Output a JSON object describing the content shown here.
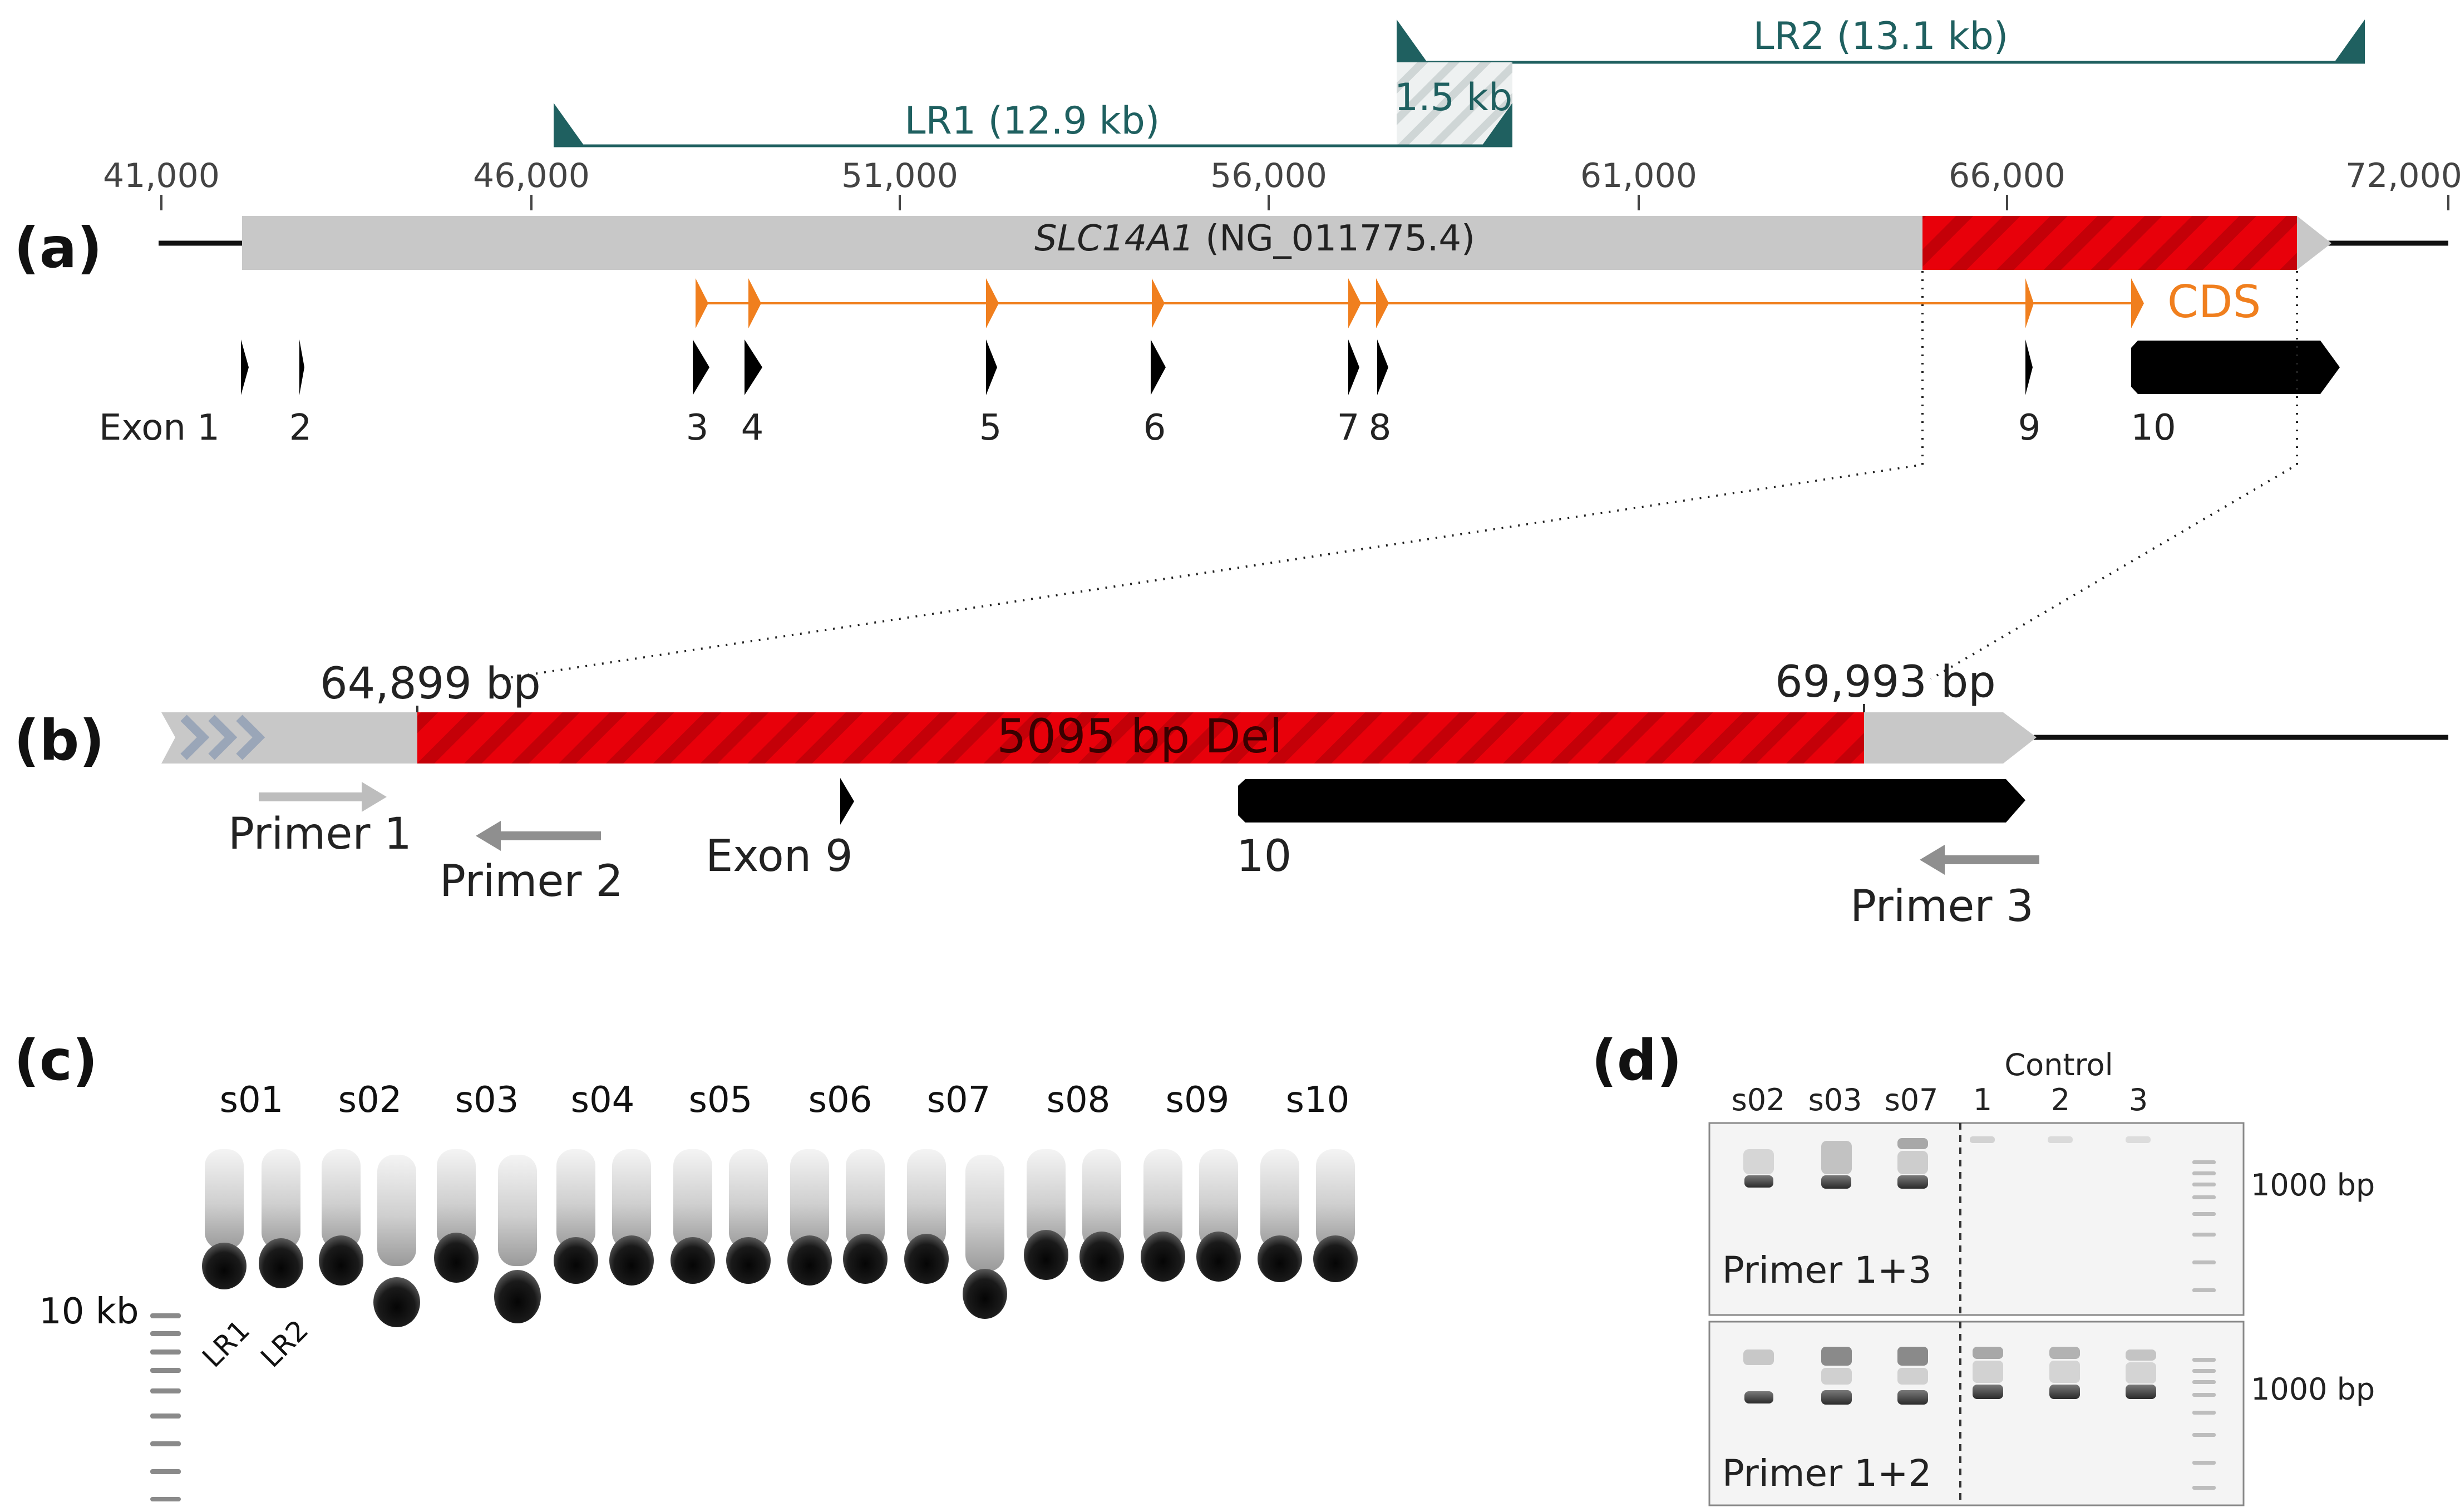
{
  "panels": {
    "a": "(a)",
    "b": "(b)",
    "c": "(c)",
    "d": "(d)"
  },
  "panel_a": {
    "axis_ticks": [
      "41,000",
      "46,000",
      "51,000",
      "56,000",
      "61,000",
      "66,000",
      "72,000"
    ],
    "gene_name": "SLC14A1",
    "gene_accession": "(NG_011775.4)",
    "lr1_label": "LR1 (12.9 kb)",
    "lr2_label": "LR2 (13.1 kb)",
    "overlap_label": "1.5 kb",
    "cds_label": "CDS",
    "exon_labels": [
      "Exon 1",
      "2",
      "3",
      "4",
      "5",
      "6",
      "7",
      "8",
      "9",
      "10"
    ],
    "colors": {
      "gene": "#c8c8c8",
      "deletion": "#e8000a",
      "cds": "#f07f1e",
      "lr": "#1f6060",
      "exon": "#000000"
    }
  },
  "panel_b": {
    "left_position": "64,899 bp",
    "right_position": "69,993 bp",
    "deletion_label": "5095 bp Del",
    "primer_labels": [
      "Primer 1",
      "Primer 2",
      "Primer 3"
    ],
    "exon9_label": "Exon 9",
    "exon10_label": "10"
  },
  "panel_c": {
    "lanes": [
      "s01",
      "s02",
      "s03",
      "s04",
      "s05",
      "s06",
      "s07",
      "s08",
      "s09",
      "s10"
    ],
    "marker_label": "10 kb",
    "lr_labels": [
      "LR1",
      "LR2"
    ]
  },
  "panel_d": {
    "lanes": [
      "s02",
      "s03",
      "s07"
    ],
    "control_title": "Control",
    "control_lanes": [
      "1",
      "2",
      "3"
    ],
    "size_label_top": "1000 bp",
    "size_label_bottom": "1000 bp",
    "primer_top": "Primer 1+3",
    "primer_bottom": "Primer 1+2"
  }
}
